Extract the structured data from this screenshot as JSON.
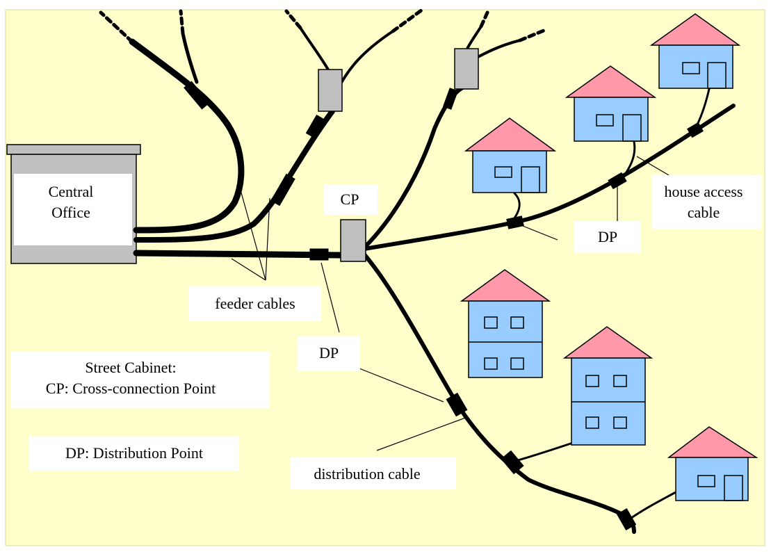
{
  "colors": {
    "background": "#ffffcc",
    "cable": "#000000",
    "house_wall": "#99ccff",
    "house_roof": "#ff99aa",
    "box_fill": "#c0c0c0",
    "label_box": "#ffffff"
  },
  "labels": {
    "central_office": [
      "Central",
      "Office"
    ],
    "cp": "CP",
    "feeder_cables": "feeder cables",
    "dp_house": "DP",
    "house_access_cable": [
      "house access",
      "cable"
    ],
    "dp_distribution": "DP",
    "distribution_cable": "distribution cable",
    "legend_cabinet": [
      "Street Cabinet:",
      "CP: Cross-connection Point"
    ],
    "legend_dp": "DP: Distribution Point"
  }
}
